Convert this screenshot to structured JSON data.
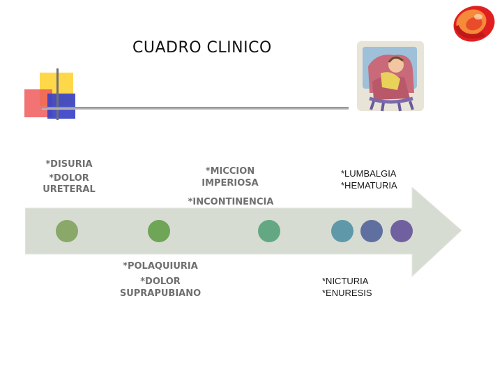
{
  "slide": {
    "title": "CUADRO CLINICO",
    "labels": {
      "disuria": "*DISURIA",
      "dolor_ureteral_1": "*DOLOR",
      "dolor_ureteral_2": "URETERAL",
      "miccion_1": "*MICCION",
      "miccion_2": "IMPERIOSA",
      "incontinencia": "*INCONTINENCIA",
      "lumbalgia": "*LUMBALGIA",
      "hematuria": "*HEMATURIA",
      "polaquiuria": "*POLAQUIURIA",
      "dolor_supra_1": "*DOLOR",
      "dolor_supra_2": "SUPRAPUBIANO",
      "nicturia": "*NICTURIA",
      "enuresis": "*ENURESIS"
    }
  },
  "colors": {
    "arrow": "#d7dcd3",
    "dots": [
      "#8aa86a",
      "#6ea556",
      "#63a883",
      "#5f98a8",
      "#5f6fa0",
      "#7060a0"
    ]
  },
  "icons": {
    "corner": "kidney-icon",
    "illustration": "patient-armchair-illustration"
  }
}
